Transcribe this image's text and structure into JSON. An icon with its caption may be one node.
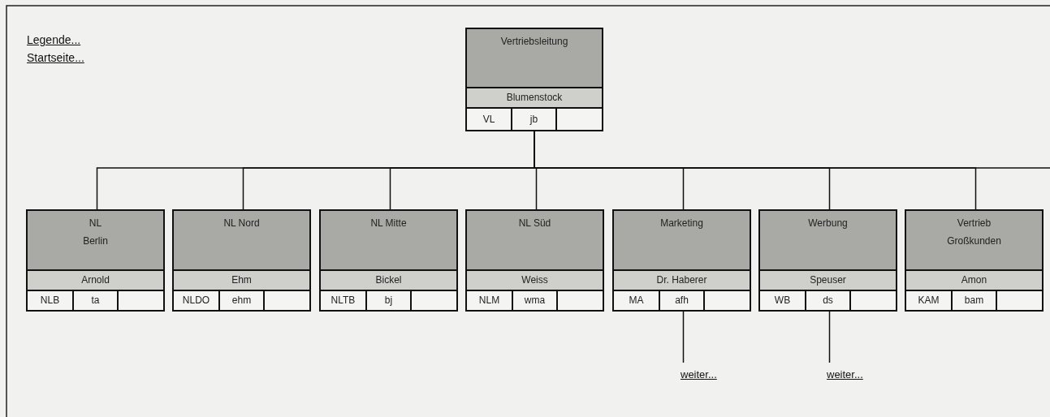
{
  "diagram": {
    "nodes": [
      {
        "text": [
          "Vertriebsleitung",
          "Blumenstock",
          "VL",
          "jb"
        ]
      },
      {
        "text": [
          "NL Berlin",
          "Arnold",
          "NLB",
          "ta"
        ]
      },
      {
        "text": [
          "NL Nord",
          "Ehm",
          "NLDO",
          "ehm"
        ]
      },
      {
        "text": [
          "NL Mitte",
          "Bickel",
          "NLTB",
          "bj"
        ]
      },
      {
        "text": [
          "NL Süd",
          "Weiss",
          "NLM",
          "wma"
        ]
      },
      {
        "text": [
          "Marketing",
          "Dr. Haberer",
          "MA",
          "afh"
        ]
      },
      {
        "text": [
          "Werbung",
          "Speuser",
          "WB",
          "ds"
        ]
      },
      {
        "text": [
          "Vertrieb Großkunden",
          "Amon",
          "KAM",
          "bam"
        ]
      },
      {
        "text": [
          "weiter..."
        ]
      },
      {
        "text": [
          "weiter..."
        ]
      }
    ],
    "edges": [
      {
        "from": 0,
        "to": 1,
        "arrow": "none"
      },
      {
        "from": 0,
        "to": 2,
        "arrow": "none"
      },
      {
        "from": 0,
        "to": 3,
        "arrow": "none"
      },
      {
        "from": 0,
        "to": 4,
        "arrow": "none"
      },
      {
        "from": 0,
        "to": 5,
        "arrow": "none"
      },
      {
        "from": 0,
        "to": 6,
        "arrow": "none"
      },
      {
        "from": 0,
        "to": 7,
        "arrow": "none"
      },
      {
        "from": 0,
        "to": null,
        "arrow": "none"
      },
      {
        "from": 5,
        "to": 8,
        "arrow": "none"
      },
      {
        "from": 6,
        "to": 9,
        "arrow": "none"
      }
    ],
    "labels": [
      "Legende...",
      "Startseite..."
    ]
  }
}
